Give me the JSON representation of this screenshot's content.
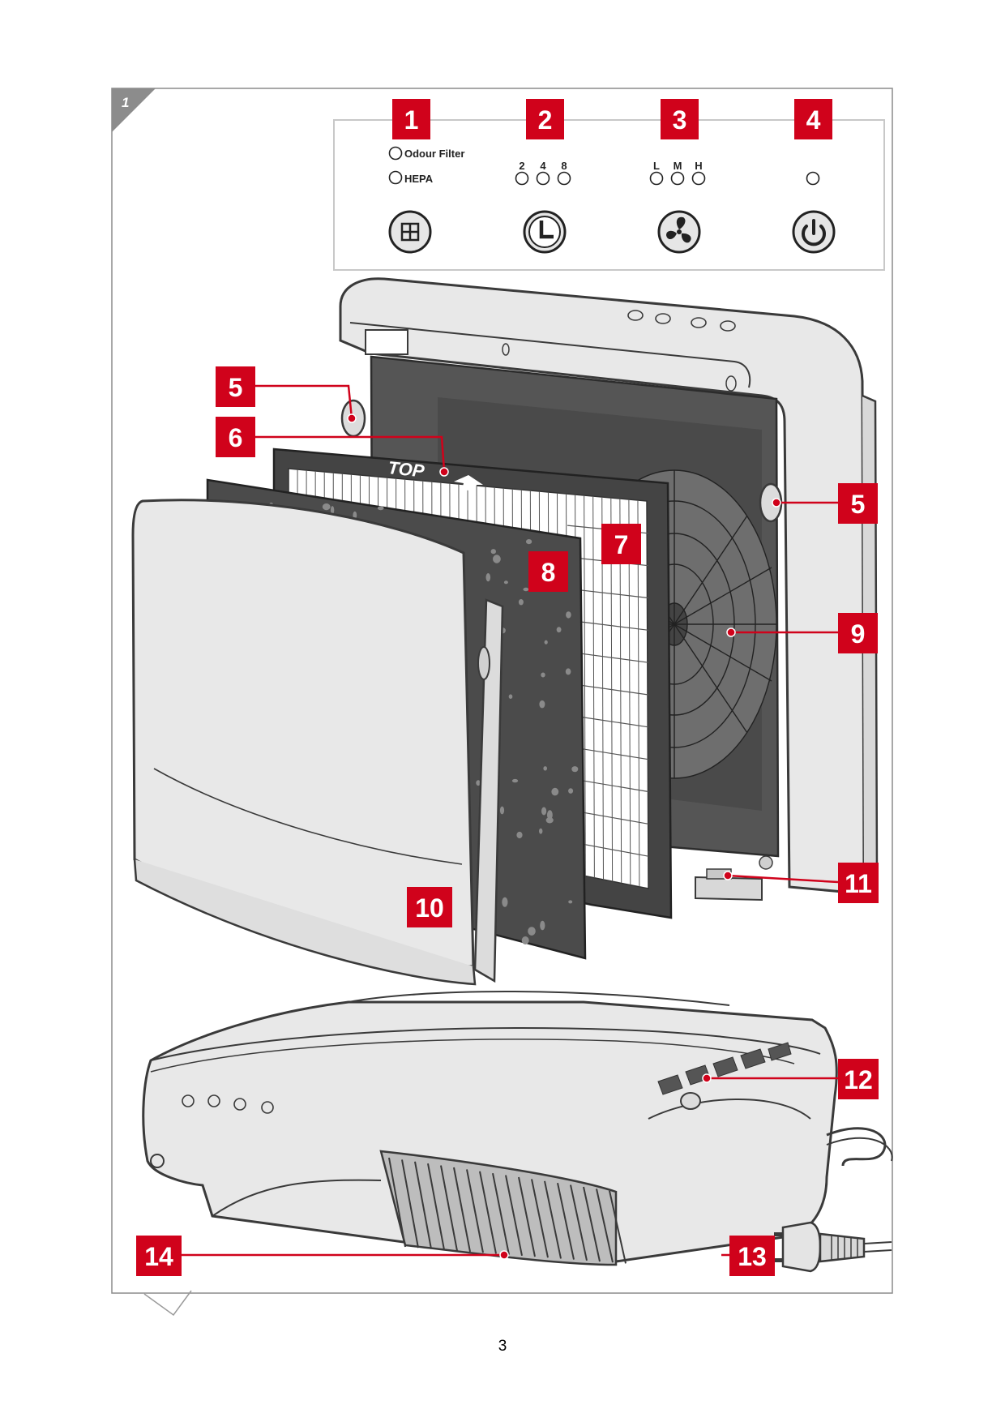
{
  "figure": {
    "number": "1"
  },
  "panel": {
    "callouts": [
      "1",
      "2",
      "3",
      "4"
    ],
    "filter_labels": [
      "Odour Filter",
      "HEPA"
    ],
    "timer_labels": [
      "2",
      "4",
      "8"
    ],
    "speed_labels": [
      "L",
      "M",
      "H"
    ],
    "buttons": [
      "filter-icon",
      "clock-icon",
      "fan-icon",
      "power-icon"
    ]
  },
  "callouts": {
    "c5a": "5",
    "c5b": "5",
    "c6": "6",
    "c7": "7",
    "c8": "8",
    "c9": "9",
    "c10": "10",
    "c11": "11",
    "c12": "12",
    "c13": "13",
    "c14": "14"
  },
  "filter_marking": "TOP",
  "page_number": "3",
  "colors": {
    "callout_red": "#d0021b",
    "outline": "#3a3a3a",
    "body": "#e8e8e8",
    "dark": "#4a4a4a"
  }
}
